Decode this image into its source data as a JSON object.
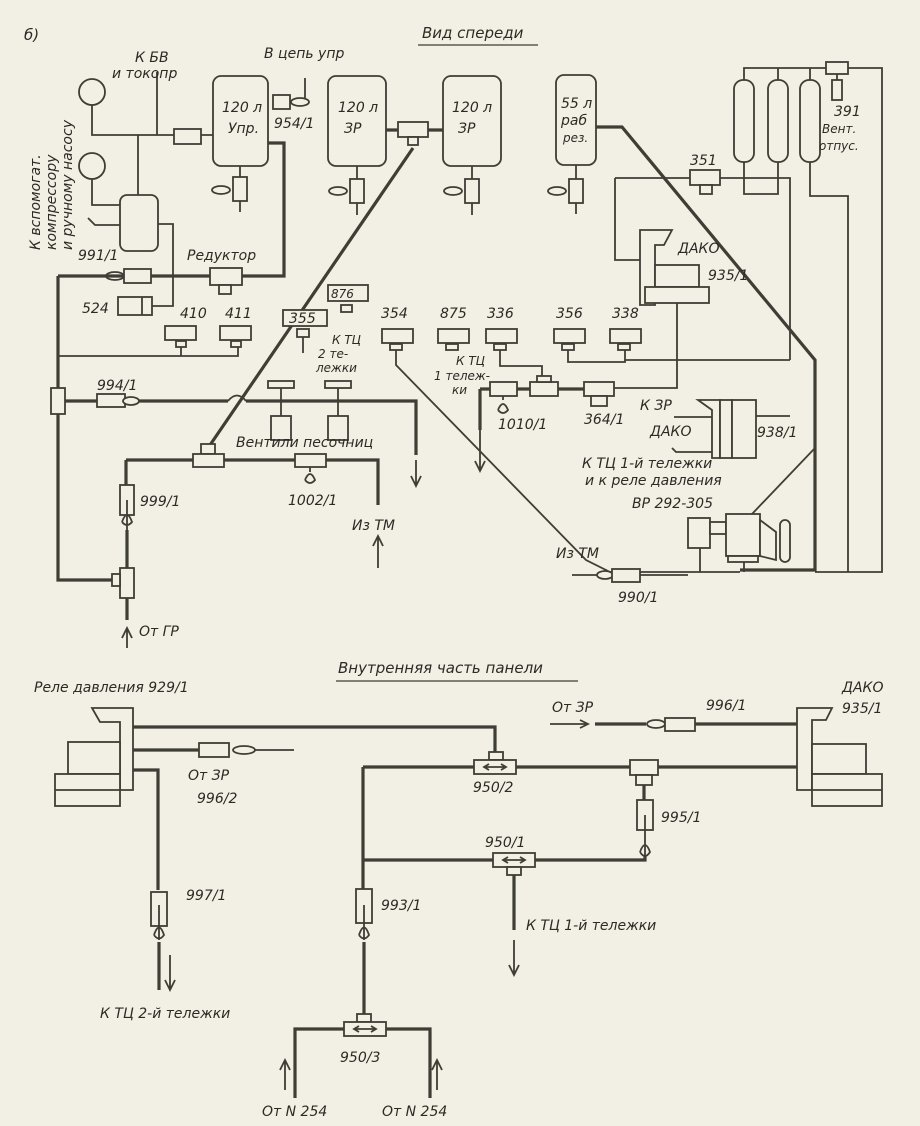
{
  "figure": {
    "label": "б)",
    "front_view_title": "Вид спереди",
    "inner_view_title": "Внутренняя часть панели"
  },
  "front_view": {
    "tanks": {
      "control": {
        "volume": "120 л",
        "name": "Упр."
      },
      "spare_1": {
        "volume": "120 л",
        "name": "ЗР"
      },
      "spare_2": {
        "volume": "120 л",
        "name": "ЗР"
      },
      "working": {
        "volume": "55 л",
        "name_1": "раб",
        "name_2": "рез."
      }
    },
    "labels": {
      "to_bv_1": "К БВ",
      "to_bv_2": "и токопр",
      "to_control_circuit": "В цепь упр",
      "aux_compressor_1": "К вспомогат.",
      "aux_compressor_2": "компрессору",
      "aux_compressor_3": "и ручному насосу",
      "reducer": "Редуктор",
      "sander_valves": "Вентили песочниц",
      "to_tc_bogie2_1": "К ТЦ",
      "to_tc_bogie2_2": "2 те-",
      "to_tc_bogie2_3": "лежки",
      "to_tc_bogie1_1": "К ТЦ",
      "to_tc_bogie1_2": "1 тележ-",
      "to_tc_bogie1_3": "ки",
      "from_tm_1": "Из ТМ",
      "from_tm_2": "Из ТМ",
      "from_gr": "От ГР",
      "daco": "ДАКО",
      "release_valve_1": "Вент.",
      "release_valve_2": "отпус.",
      "to_zr": "К ЗР",
      "daco_2": "ДАКО",
      "to_tc_relay_1": "К ТЦ 1-й тележки",
      "to_tc_relay_2": "и к реле давления",
      "vr": "ВР 292-305"
    },
    "components": {
      "c954": "954/1",
      "c991": "991/1",
      "c524": "524",
      "c410": "410",
      "c411": "411",
      "c876": "876",
      "c355": "355",
      "c354": "354",
      "c875": "875",
      "c336": "336",
      "c356": "356",
      "c338": "338",
      "c351": "351",
      "c391": "391",
      "c935": "935/1",
      "c994": "994/1",
      "c999": "999/1",
      "c1002": "1002/1",
      "c1010": "1010/1",
      "c364": "364/1",
      "c938": "938/1",
      "c990": "990/1"
    }
  },
  "inner_view": {
    "labels": {
      "pressure_relay": "Реле давления 929/1",
      "from_zr_1": "От ЗР",
      "from_zr_2": "От ЗР",
      "daco": "ДАКО",
      "to_tc_bogie2": "К ТЦ 2-й тележки",
      "to_tc_bogie1": "К ТЦ 1-й тележки",
      "from_n254_1": "От N 254",
      "from_n254_2": "От N 254"
    },
    "components": {
      "c996_2": "996/2",
      "c996_1": "996/1",
      "c935": "935/1",
      "c950_2": "950/2",
      "c950_1": "950/1",
      "c950_3": "950/3",
      "c995": "995/1",
      "c997": "997/1",
      "c993": "993/1"
    }
  }
}
